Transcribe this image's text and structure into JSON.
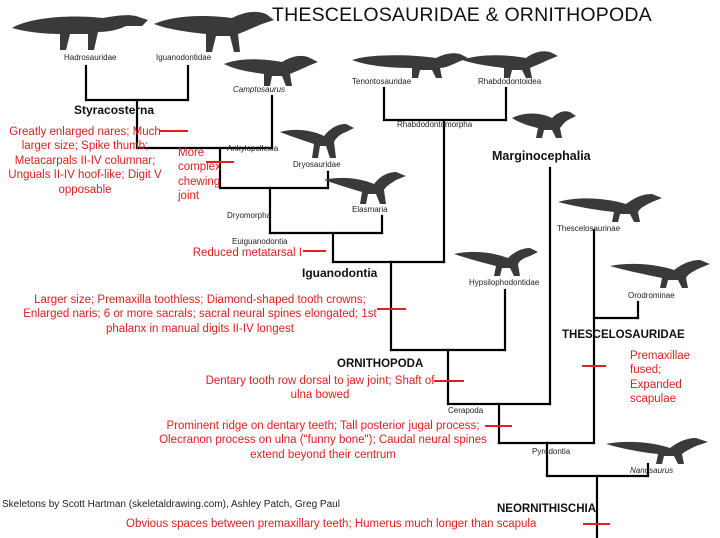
{
  "title": "THESCELOSAURIDAE & ORNITHOPODA",
  "credit": "Skeletons by Scott Hartman (skeletaldrawing.com), Ashley Patch, Greg Paul",
  "colors": {
    "tree": "#000000",
    "annotation": "#e02020",
    "skeleton": "#3a3a3a"
  },
  "taxa": {
    "hadrosauridae": "Hadrosauridae",
    "iguanodontidae": "Iguanodontidae",
    "camptosaurus": "Camptosaurus",
    "tenontosauridae": "Tenontosauridae",
    "rhabdodontoidea": "Rhabdodontoidea",
    "rhabdodontomorpha": "Rhabdodontomorpha",
    "ankylopollexia": "Ankylopollexia",
    "dryosauridae": "Dryosauridae",
    "dryomorpha": "Dryomorpha",
    "elasmaria": "Elasmaria",
    "euiguanodontia": "Euiguanodontia",
    "hypsilophodontidae": "Hypsilophodontidae",
    "thescelosaurinae": "Thescelosaurinae",
    "orodrominae": "Orodrominae",
    "cerapoda": "Cerapoda",
    "pyrodontia": "Pyrodontia",
    "nanosaurus": "Nanosaurus"
  },
  "clades": {
    "styracosterna": "Styracosterna",
    "marginocephalia": "Marginocephalia",
    "iguanodontia": "Iguanodontia",
    "thescelosauridae": "THESCELOSAURIDAE",
    "ornithopoda": "ORNITHOPODA",
    "neornithischia": "NEORNITHISCHIA"
  },
  "characters": {
    "styracosterna": "Greatly enlarged nares; Much larger size; Spike thumb; Metacarpals II-IV columnar; Unguals II-IV hoof-like; Digit V opposable",
    "ankylopollexia": "More complex chewing joint",
    "euiguanodontia": "Reduced metatarsal I",
    "iguanodontia": "Larger size; Premaxilla toothless; Diamond-shaped tooth crowns; Enlarged naris; 6 or more sacrals; sacral neural spines elongated; 1st phalanx in manual digits II-IV longest",
    "thescelosauridae": "Premaxillae fused; Expanded scapulae",
    "ornithopoda": "Dentary tooth row dorsal to jaw joint; Shaft of ulna bowed",
    "cerapoda": "Prominent ridge on dentary teeth; Tall posterior jugal process; Olecranon process on ulna (\"funny bone\"); Caudal neural spines extend beyond their centrum",
    "neornithischia": "Obvious spaces between premaxillary teeth; Humerus much longer than scapula"
  }
}
